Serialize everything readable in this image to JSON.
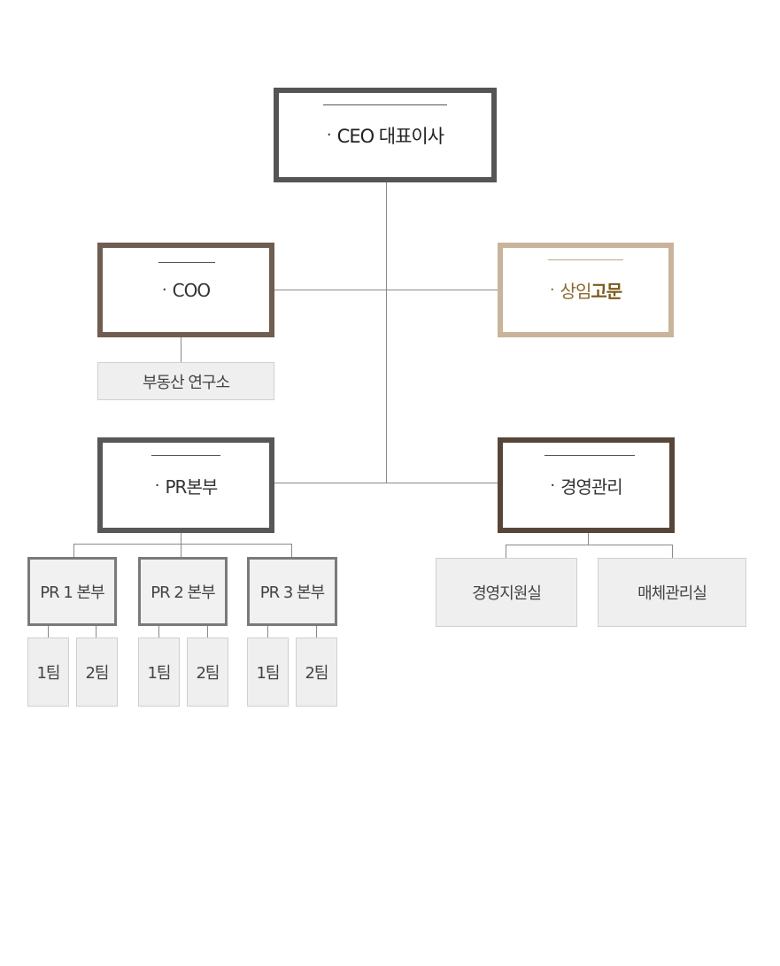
{
  "ceo": {
    "dot": "·",
    "label": "CEO 대표이사"
  },
  "coo": {
    "dot": "·",
    "label": "COO",
    "sub": "부동산 연구소"
  },
  "advisor": {
    "dot": "·",
    "label_plain": "상임",
    "label_bold": "고문"
  },
  "pr": {
    "dot": "·",
    "label": "PR본부",
    "divisions": [
      {
        "label": "PR 1 본부",
        "teams": [
          "1팀",
          "2팀"
        ]
      },
      {
        "label": "PR 2 본부",
        "teams": [
          "1팀",
          "2팀"
        ]
      },
      {
        "label": "PR 3 본부",
        "teams": [
          "1팀",
          "2팀"
        ]
      }
    ]
  },
  "mgmt": {
    "dot": "·",
    "label": "경영관리",
    "offices": [
      "경영지원실",
      "매체관리실"
    ]
  },
  "colors": {
    "ceo_border": "#555555",
    "coo_border": "#6e5d50",
    "advisor_border": "#c9b49b",
    "advisor_text": "#8a6a2a",
    "pr_border": "#575757",
    "mgmt_border": "#574638",
    "division_border": "#7a7a7a",
    "connector": "#8a8a8a"
  }
}
